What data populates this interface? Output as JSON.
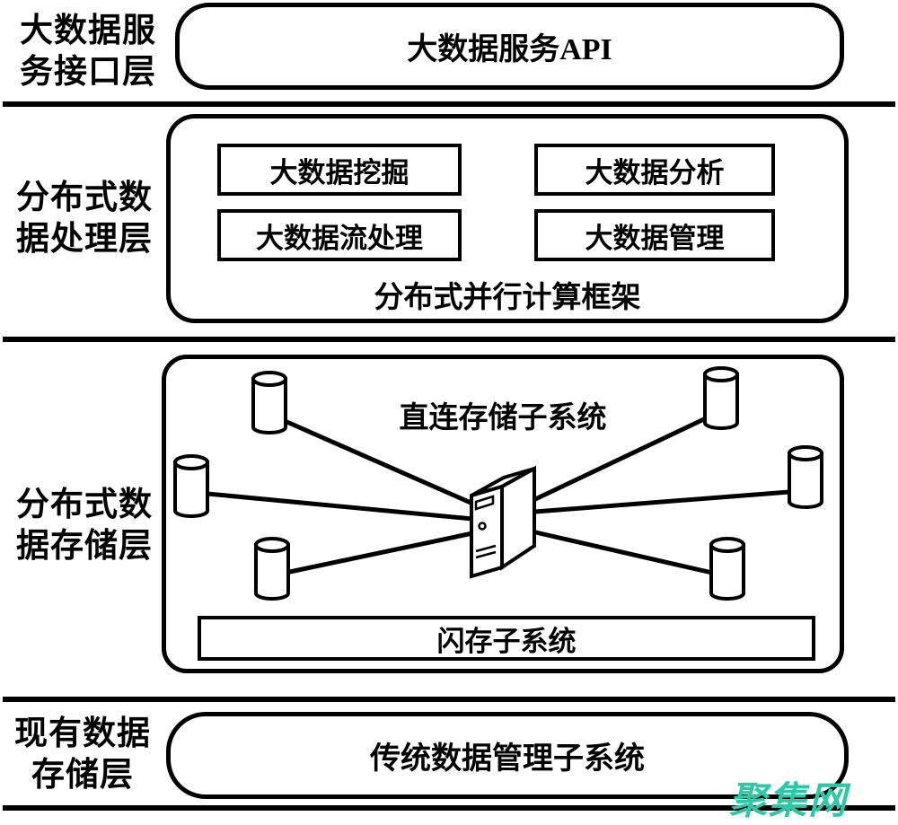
{
  "colors": {
    "ink": "#000000",
    "background": "#ffffff",
    "watermark_accent": "#2fc7a5"
  },
  "icons": {
    "storage_node": "disk-cylinder-icon",
    "compute_node": "server-tower-icon"
  },
  "layers": [
    {
      "id": "service-interface-layer",
      "side_label": "大数据服\n务接口层",
      "box_label": "大数据服务API"
    },
    {
      "id": "distributed-processing-layer",
      "side_label": "分布式数\n据处理层",
      "modules": [
        "大数据挖掘",
        "大数据分析",
        "大数据流处理",
        "大数据管理"
      ],
      "framework_label": "分布式并行计算框架"
    },
    {
      "id": "distributed-storage-layer",
      "side_label": "分布式数\n据存储层",
      "das_label": "直连存储子系统",
      "flash_label": "闪存子系统",
      "storage_nodes": 6
    },
    {
      "id": "existing-storage-layer",
      "side_label": "现有数据\n存储层",
      "box_label": "传统数据管理子系统"
    }
  ],
  "watermark": {
    "text": "聚集网"
  }
}
